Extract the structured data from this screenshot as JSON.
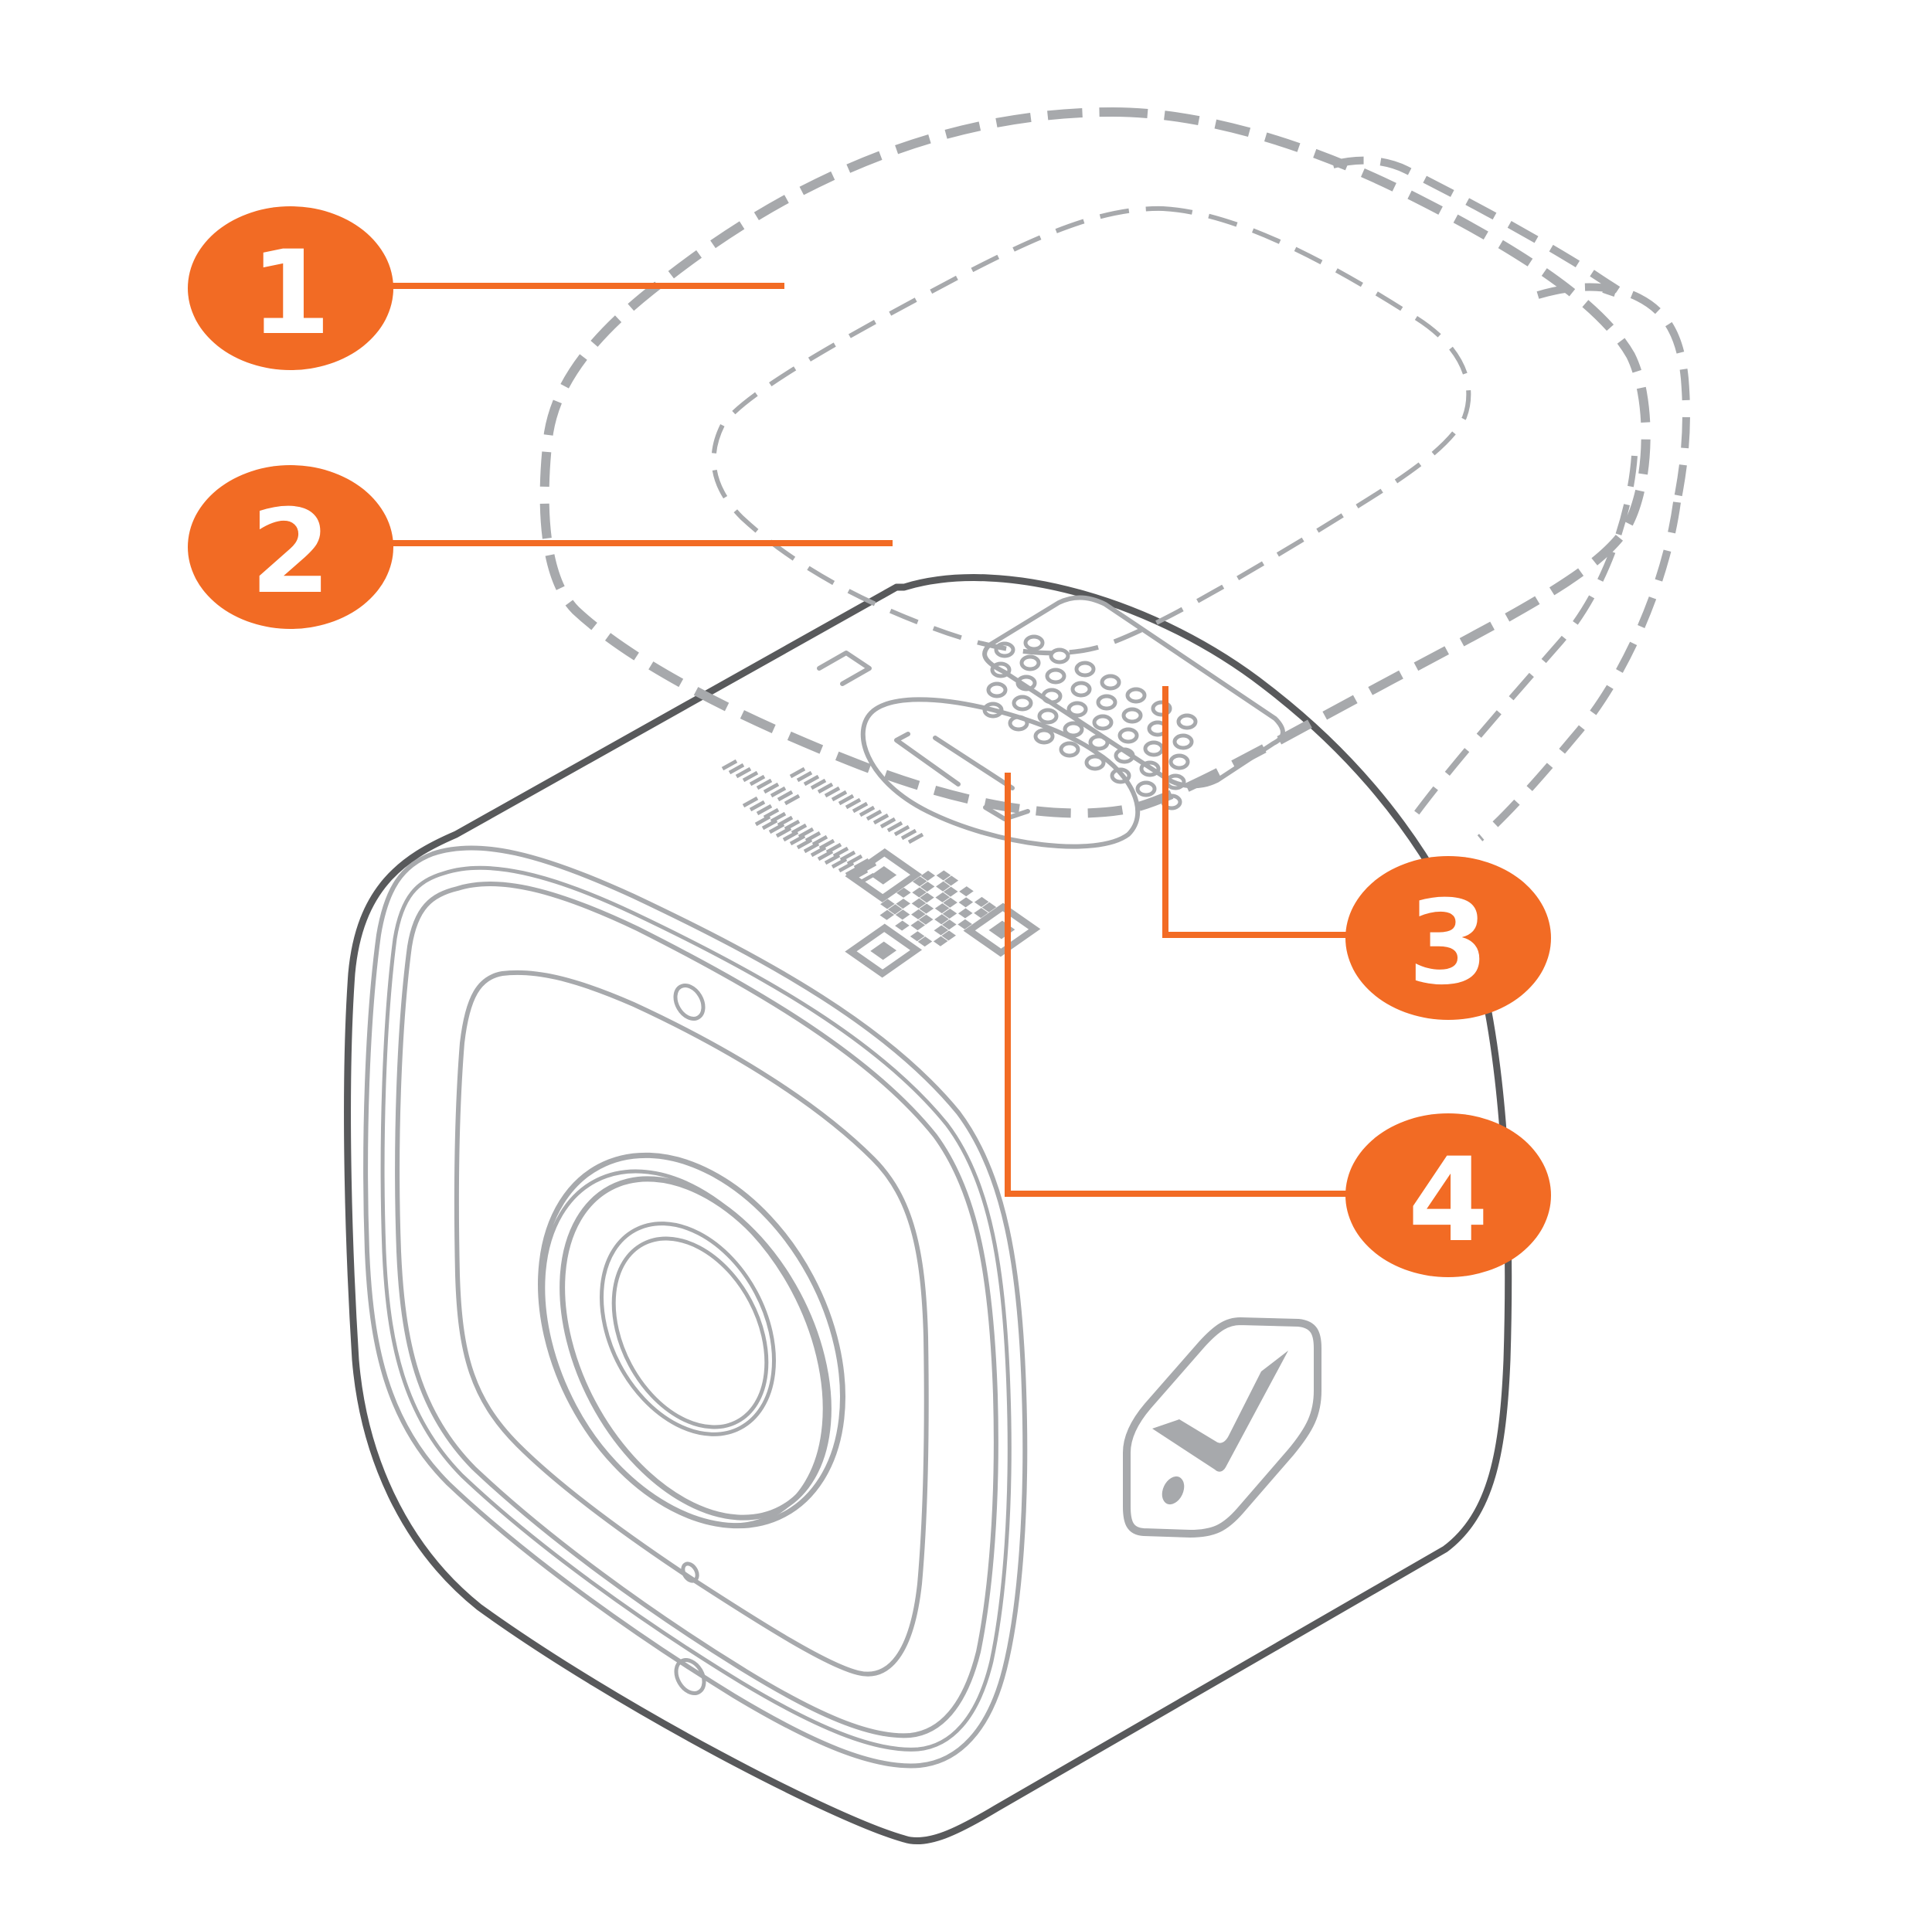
{
  "colors": {
    "accent": "#f26b24",
    "outline_dark": "#58595b",
    "outline_light": "#a7a9ac",
    "background": "#ffffff"
  },
  "callouts": [
    {
      "number": "1"
    },
    {
      "number": "2"
    },
    {
      "number": "3"
    },
    {
      "number": "4"
    }
  ]
}
